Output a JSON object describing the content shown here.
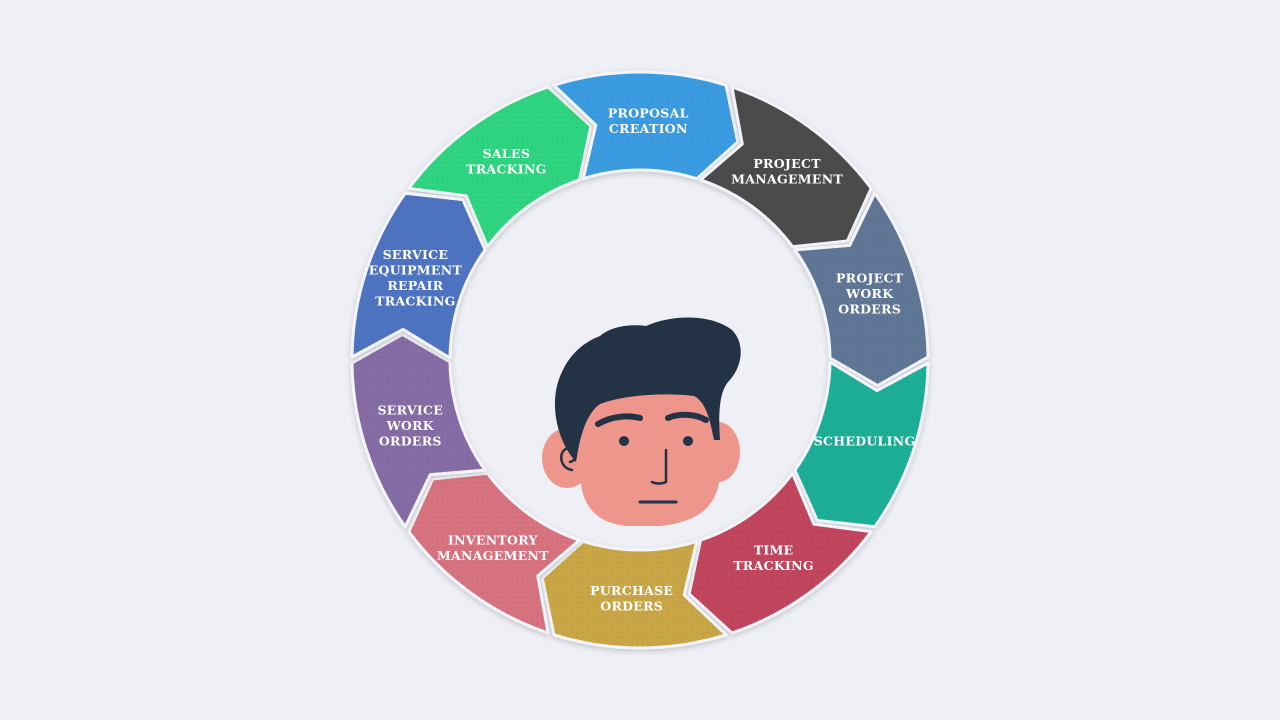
{
  "diagram": {
    "segments": [
      {
        "id": "sales-tracking",
        "lines": [
          "SALES",
          "TRACKING"
        ],
        "color": "#2ed47f"
      },
      {
        "id": "proposal-creation",
        "lines": [
          "PROPOSAL",
          "CREATION"
        ],
        "color": "#3b9be0"
      },
      {
        "id": "project-management",
        "lines": [
          "PROJECT",
          "MANAGEMENT"
        ],
        "color": "#4b4b4b"
      },
      {
        "id": "project-work-orders",
        "lines": [
          "PROJECT",
          "WORK",
          "ORDERS"
        ],
        "color": "#5f7696"
      },
      {
        "id": "scheduling",
        "lines": [
          "SCHEDULING"
        ],
        "color": "#1fae97"
      },
      {
        "id": "time-tracking",
        "lines": [
          "TIME",
          "TRACKING"
        ],
        "color": "#c1455d"
      },
      {
        "id": "purchase-orders",
        "lines": [
          "PURCHASE",
          "ORDERS"
        ],
        "color": "#c9a645"
      },
      {
        "id": "inventory-management",
        "lines": [
          "INVENTORY",
          "MANAGEMENT"
        ],
        "color": "#d7727f"
      },
      {
        "id": "service-work-orders",
        "lines": [
          "SERVICE",
          "WORK",
          "ORDERS"
        ],
        "color": "#866ca4"
      },
      {
        "id": "service-equipment-repair-tracking",
        "lines": [
          "SERVICE",
          "EQUIPMENT",
          "REPAIR",
          "TRACKING"
        ],
        "color": "#4d73c1"
      }
    ],
    "face": {
      "hair_color": "#233244",
      "skin_color": "#ee968c"
    },
    "background_color": "#eff0f6"
  }
}
